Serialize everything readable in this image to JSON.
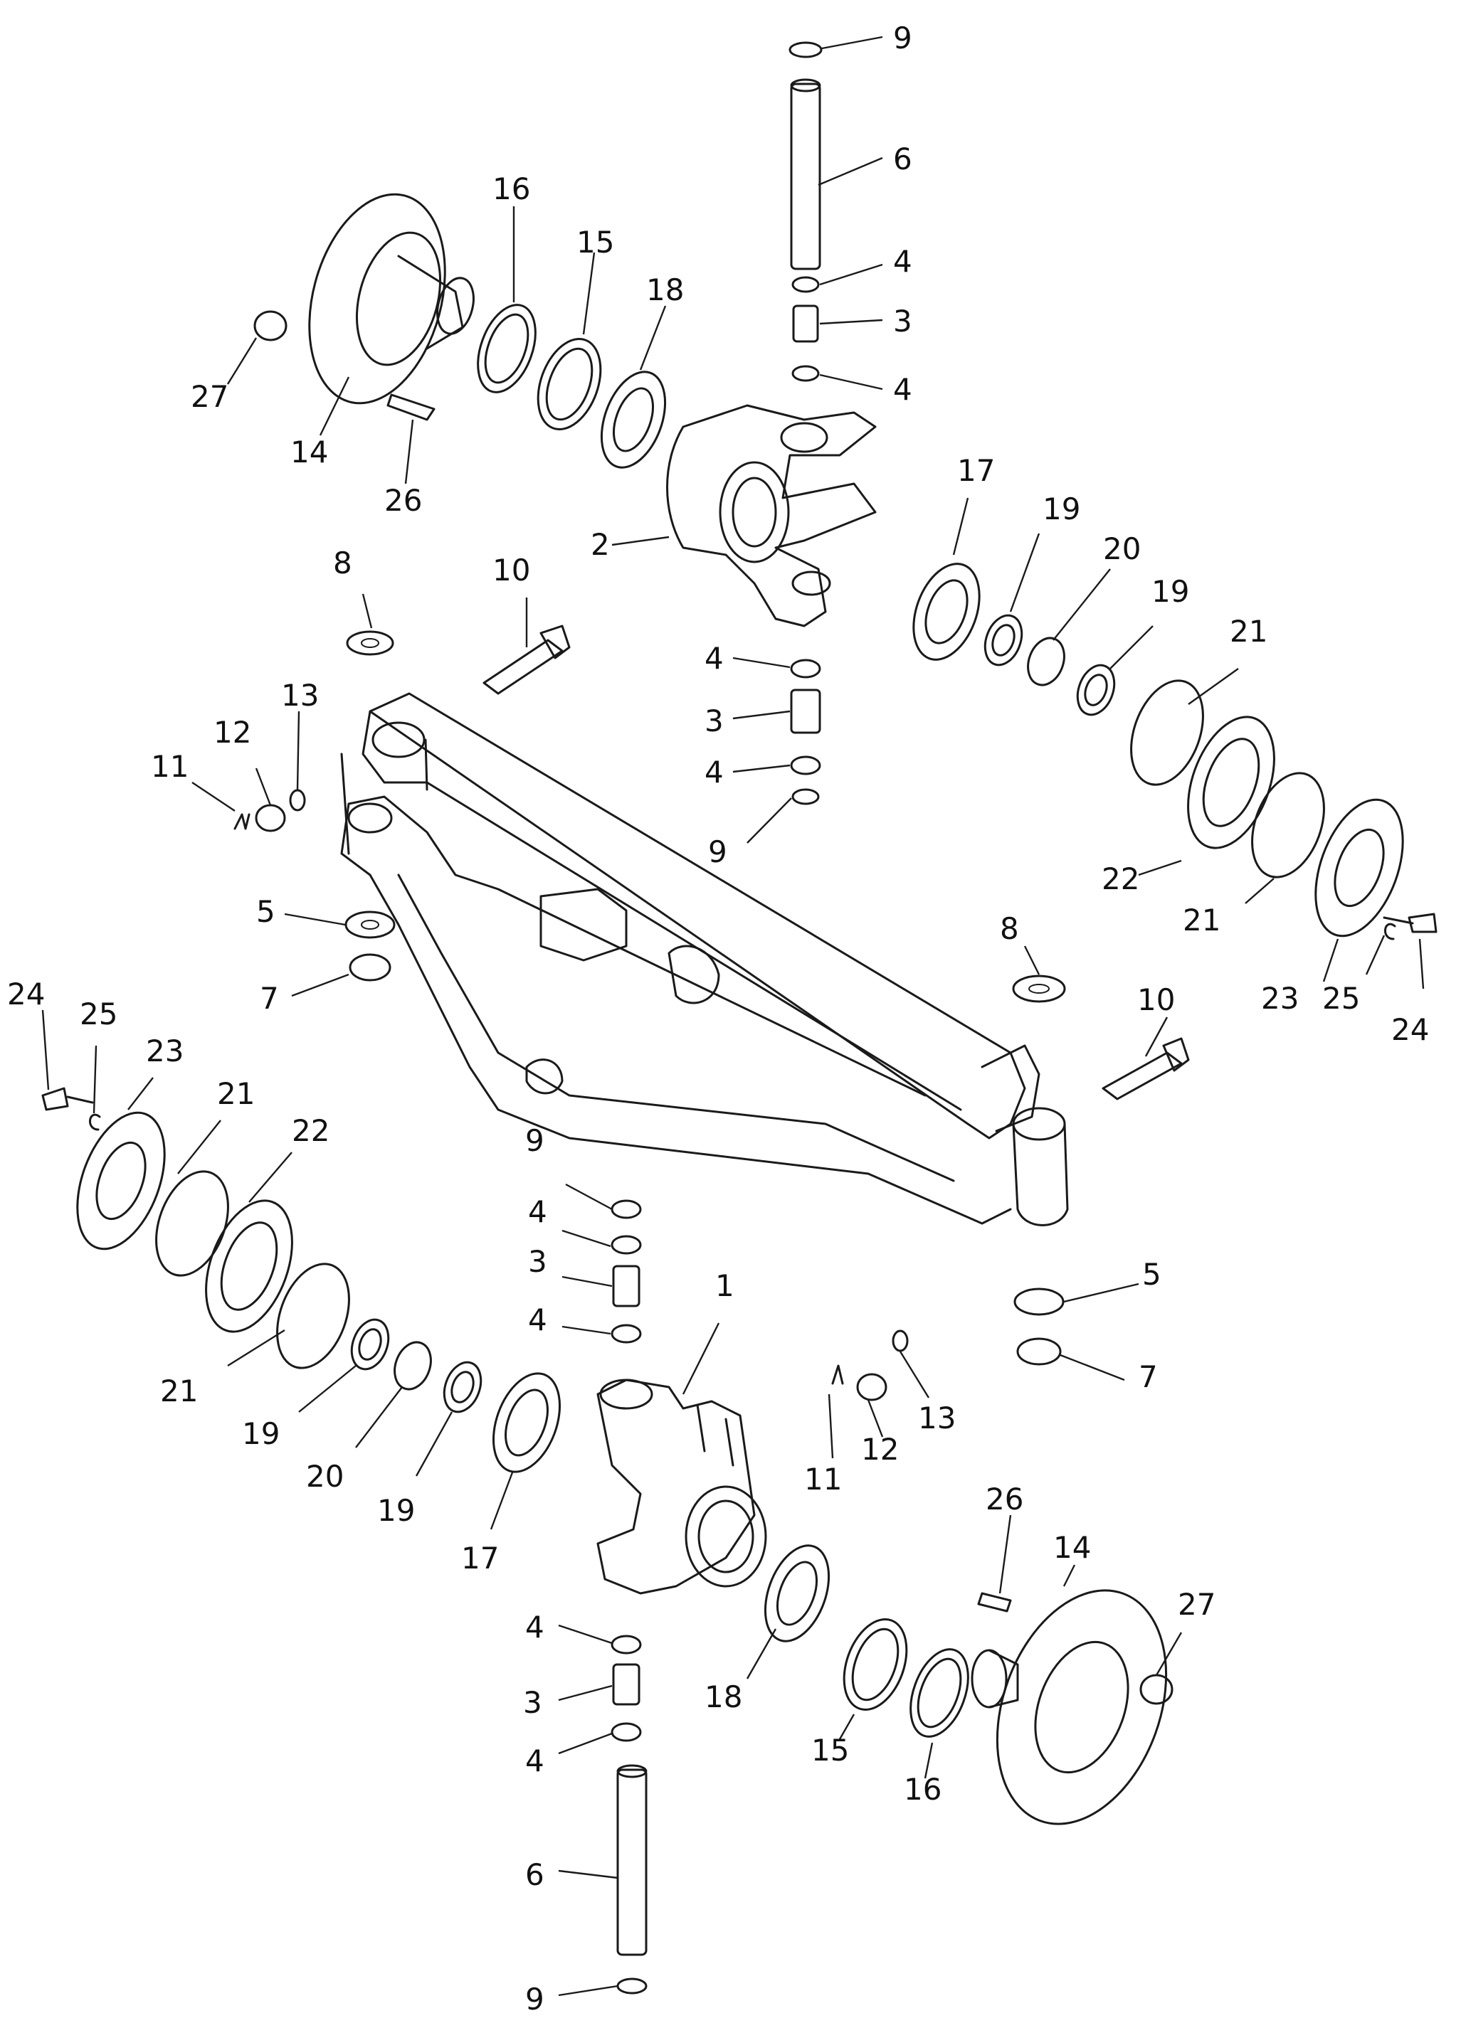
{
  "callouts": [
    {
      "id": "c9a",
      "label": "9"
    },
    {
      "id": "c6a",
      "label": "6"
    },
    {
      "id": "c16a",
      "label": "16"
    },
    {
      "id": "c15a",
      "label": "15"
    },
    {
      "id": "c18a",
      "label": "18"
    },
    {
      "id": "c4a",
      "label": "4"
    },
    {
      "id": "c3a",
      "label": "3"
    },
    {
      "id": "c4b",
      "label": "4"
    },
    {
      "id": "c27a",
      "label": "27"
    },
    {
      "id": "c14a",
      "label": "14"
    },
    {
      "id": "c26a",
      "label": "26"
    },
    {
      "id": "c17a",
      "label": "17"
    },
    {
      "id": "c19a",
      "label": "19"
    },
    {
      "id": "c20a",
      "label": "20"
    },
    {
      "id": "c19b",
      "label": "19"
    },
    {
      "id": "c2",
      "label": "2"
    },
    {
      "id": "c8a",
      "label": "8"
    },
    {
      "id": "c10a",
      "label": "10"
    },
    {
      "id": "c21a",
      "label": "21"
    },
    {
      "id": "c4c",
      "label": "4"
    },
    {
      "id": "c3b",
      "label": "3"
    },
    {
      "id": "c4d",
      "label": "4"
    },
    {
      "id": "c9b",
      "label": "9"
    },
    {
      "id": "c13a",
      "label": "13"
    },
    {
      "id": "c12a",
      "label": "12"
    },
    {
      "id": "c11a",
      "label": "11"
    },
    {
      "id": "c22a",
      "label": "22"
    },
    {
      "id": "c21b",
      "label": "21"
    },
    {
      "id": "c23a",
      "label": "23"
    },
    {
      "id": "c25a",
      "label": "25"
    },
    {
      "id": "c24a",
      "label": "24"
    },
    {
      "id": "c5a",
      "label": "5"
    },
    {
      "id": "c7a",
      "label": "7"
    },
    {
      "id": "c8b",
      "label": "8"
    },
    {
      "id": "c10b",
      "label": "10"
    },
    {
      "id": "c24b",
      "label": "24"
    },
    {
      "id": "c25b",
      "label": "25"
    },
    {
      "id": "c23b",
      "label": "23"
    },
    {
      "id": "c21c",
      "label": "21"
    },
    {
      "id": "c22b",
      "label": "22"
    },
    {
      "id": "c9c",
      "label": "9"
    },
    {
      "id": "c4e",
      "label": "4"
    },
    {
      "id": "c3c",
      "label": "3"
    },
    {
      "id": "c4f",
      "label": "4"
    },
    {
      "id": "c1",
      "label": "1"
    },
    {
      "id": "c5b",
      "label": "5"
    },
    {
      "id": "c7b",
      "label": "7"
    },
    {
      "id": "c21d",
      "label": "21"
    },
    {
      "id": "c19c",
      "label": "19"
    },
    {
      "id": "c20b",
      "label": "20"
    },
    {
      "id": "c19d",
      "label": "19"
    },
    {
      "id": "c17b",
      "label": "17"
    },
    {
      "id": "c11b",
      "label": "11"
    },
    {
      "id": "c12b",
      "label": "12"
    },
    {
      "id": "c13b",
      "label": "13"
    },
    {
      "id": "c26b",
      "label": "26"
    },
    {
      "id": "c14b",
      "label": "14"
    },
    {
      "id": "c27b",
      "label": "27"
    },
    {
      "id": "c4g",
      "label": "4"
    },
    {
      "id": "c3d",
      "label": "3"
    },
    {
      "id": "c4h",
      "label": "4"
    },
    {
      "id": "c18b",
      "label": "18"
    },
    {
      "id": "c15b",
      "label": "15"
    },
    {
      "id": "c16b",
      "label": "16"
    },
    {
      "id": "c6b",
      "label": "6"
    },
    {
      "id": "c9d",
      "label": "9"
    }
  ]
}
